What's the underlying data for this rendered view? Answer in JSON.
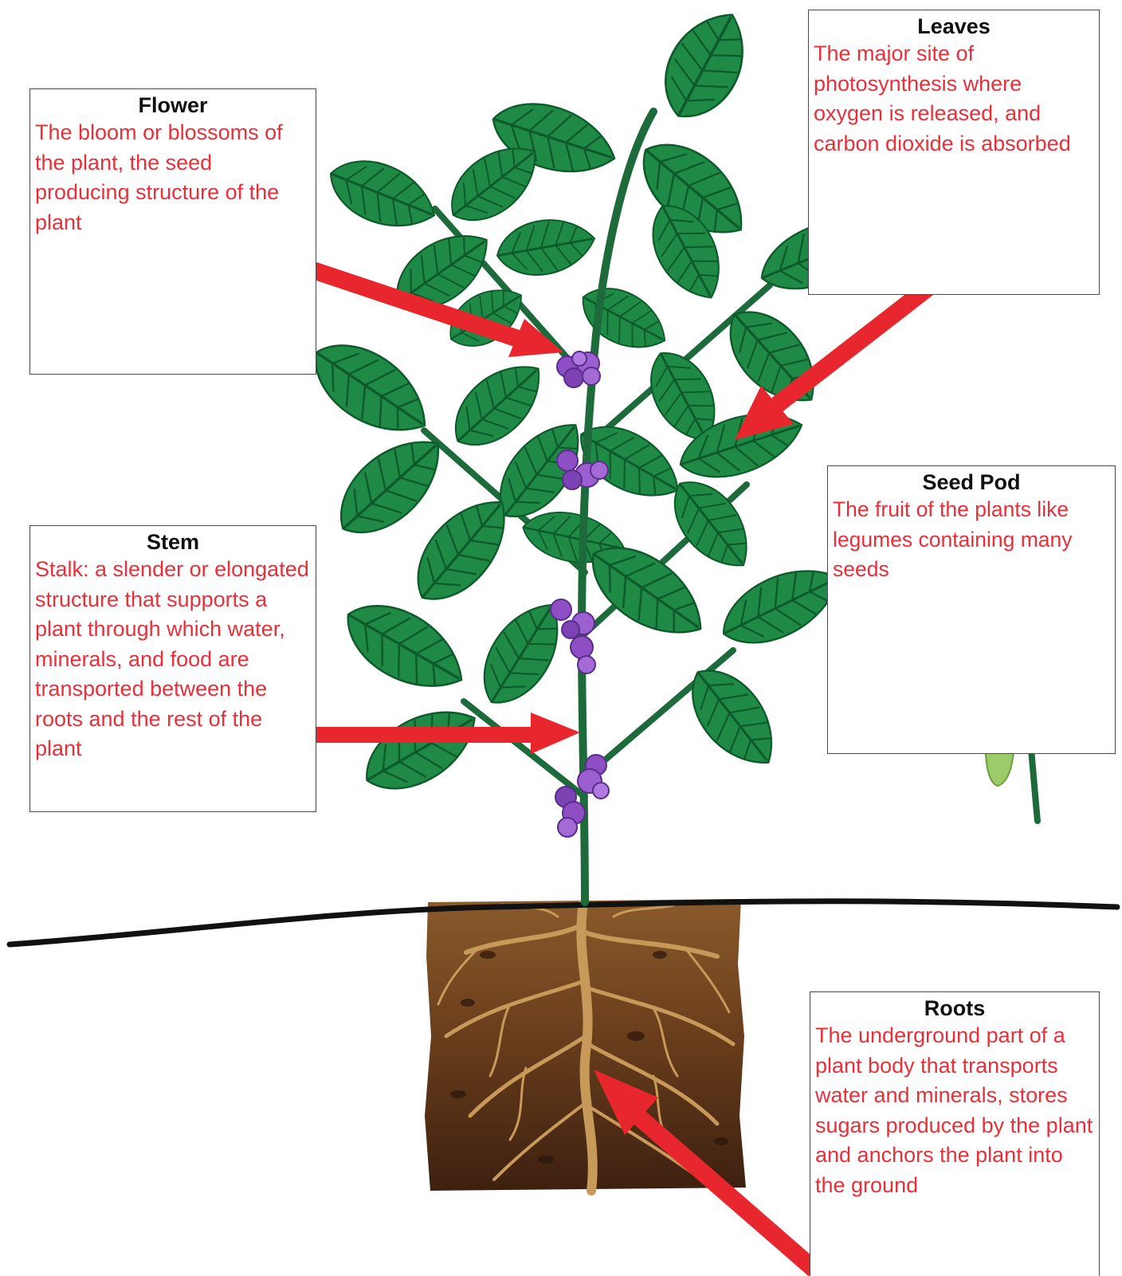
{
  "labels": {
    "leaves": {
      "title": "Leaves",
      "description": "The major site of photosynthesis where oxygen is released, and carbon dioxide is absorbed"
    },
    "flower": {
      "title": "Flower",
      "description": "The bloom or blossoms of the plant, the seed producing structure of the plant"
    },
    "stem": {
      "title": "Stem",
      "description": "Stalk: a slender or elongated structure that supports a plant through which water, minerals, and food are transported between the roots and the rest of the plant"
    },
    "seed_pod": {
      "title": "Seed Pod",
      "description": "The fruit of the plants like legumes containing many seeds"
    },
    "roots": {
      "title": "Roots",
      "description": "The underground part of a plant body that transports water and minerals, stores sugars produced by the plant and anchors the plant into the ground"
    }
  },
  "colors": {
    "leaf": "#1f8a46",
    "leaf_vein": "#0d5a2a",
    "stem": "#1d6b3a",
    "flower": "#8e4fc4",
    "arrow": "#e8262d",
    "soil_top": "#8a5a2b",
    "soil_bottom": "#3d2010",
    "root": "#c89a5a",
    "pod": "#9ccc6a",
    "description_text": "#e8303a"
  },
  "icons": {
    "arrow": "red-arrow",
    "flower": "purple-flower-cluster",
    "pod": "green-seed-pod"
  }
}
